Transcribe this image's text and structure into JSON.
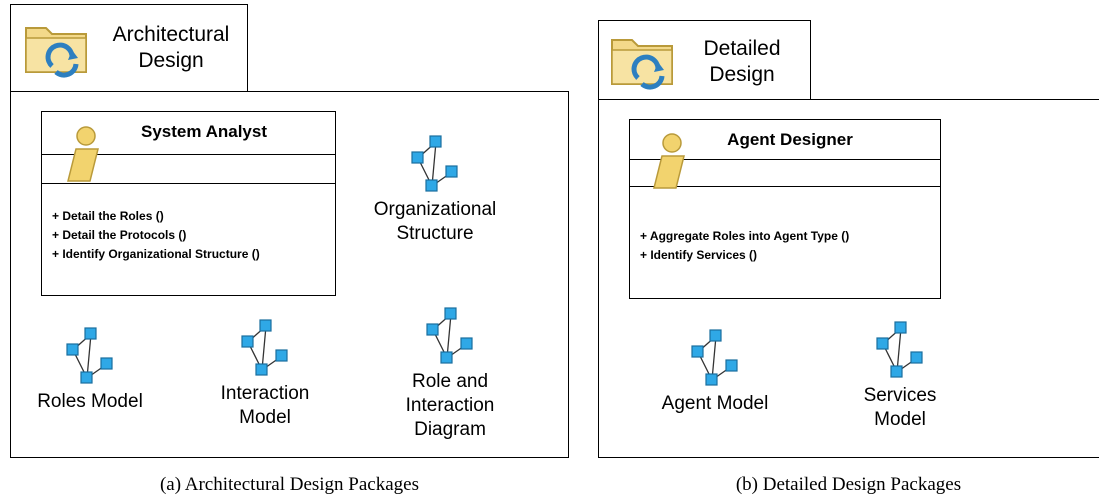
{
  "left": {
    "tab_label": [
      "Architectural",
      "Design"
    ],
    "actor": {
      "name": "System Analyst",
      "operations": [
        "+ Detail the Roles ()",
        "+ Detail the Protocols ()",
        "+ Identify Organizational Structure ()"
      ]
    },
    "models": [
      {
        "label": [
          "Organizational",
          "Structure"
        ]
      },
      {
        "label": [
          "Roles Model"
        ]
      },
      {
        "label": [
          "Interaction",
          "Model"
        ]
      },
      {
        "label": [
          "Role and",
          "Interaction",
          "Diagram"
        ]
      }
    ],
    "caption": "(a)  Architectural Design Packages"
  },
  "right": {
    "tab_label": [
      "Detailed",
      "Design"
    ],
    "actor": {
      "name": "Agent Designer",
      "operations": [
        "+ Aggregate Roles into Agent Type ()",
        "+ Identify Services ()"
      ]
    },
    "models": [
      {
        "label": [
          "Agent Model"
        ]
      },
      {
        "label": [
          "Services",
          "Model"
        ]
      }
    ],
    "caption": "(b)  Detailed Design Packages"
  },
  "colors": {
    "folder_fill": "#F3D98A",
    "folder_stroke": "#B99A3A",
    "node_fill": "#2FA8E6",
    "node_stroke": "#1A6E9E",
    "actor_fill": "#F2D36E",
    "sync_arrow": "#2D7FC0"
  },
  "icons": {
    "package": "folder-sync-icon",
    "model": "network-graph-icon",
    "actor": "actor-icon"
  }
}
